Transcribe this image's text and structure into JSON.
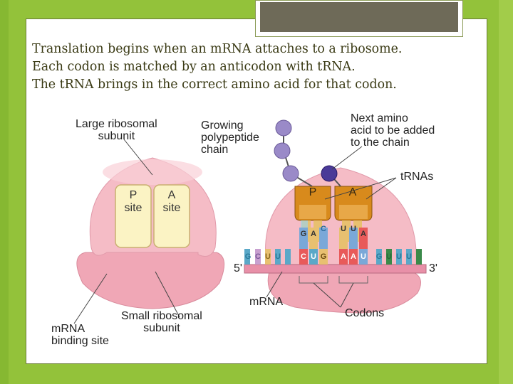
{
  "colors": {
    "background": "#93c23a",
    "title_text": "#3a3a14",
    "ribosome_pink": "#f2b6c0",
    "site_yellow": "#fbf3c4",
    "trna_orange": "#d88a1c",
    "mrna_pink": "#e890a8",
    "amino_purple": "#9a8ac8"
  },
  "text_lines": [
    "Translation begins when an mRNA attaches to a ribosome.",
    "Each codon is matched by an anticodon with tRNA.",
    "The tRNA brings in the correct amino acid for that codon."
  ],
  "diagram": {
    "left": {
      "large_subunit": [
        "Large ribosomal",
        "subunit"
      ],
      "p_site": [
        "P",
        "site"
      ],
      "a_site": [
        "A",
        "site"
      ],
      "small_subunit": [
        "Small ribosomal",
        "subunit"
      ],
      "mrna_binding": [
        "mRNA",
        "binding site"
      ]
    },
    "right": {
      "growing": [
        "Growing",
        "polypeptide",
        "chain"
      ],
      "next_amino": [
        "Next amino",
        "acid to be added",
        "to the chain"
      ],
      "trnas": "tRNAs",
      "p": "P",
      "a": "A",
      "five_prime": "5'",
      "three_prime": "3'",
      "mrna": "mRNA",
      "codons": "Codons",
      "anticodon_letters": [
        "G",
        "A",
        "C",
        "U",
        "U",
        "A"
      ],
      "mrna_letters": [
        "G",
        "C",
        "U",
        "U",
        "C",
        "U",
        "G",
        "A",
        "A",
        "U",
        "G",
        "U",
        "U",
        "U"
      ]
    }
  }
}
